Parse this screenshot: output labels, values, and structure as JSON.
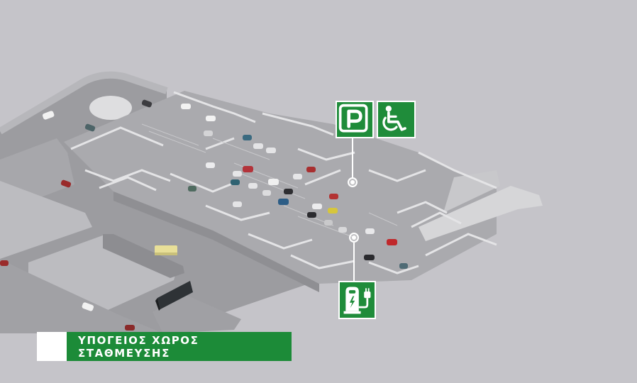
{
  "caption": {
    "title": "ΥΠΟΓΕΙΟΣ ΧΩΡΟΣ ΣΤΑΘΜΕΥΣΗΣ",
    "accent_color": "#1c8b38"
  },
  "signs": [
    {
      "id": "parking",
      "icon": "parking-p-icon",
      "label": "P"
    },
    {
      "id": "disabled",
      "icon": "wheelchair-icon"
    },
    {
      "id": "ev-charging",
      "icon": "ev-charger-plug-icon"
    }
  ],
  "markers": [
    {
      "id": "marker-top",
      "linked_signs": [
        "parking",
        "disabled"
      ]
    },
    {
      "id": "marker-bottom",
      "linked_signs": [
        "ev-charging"
      ]
    }
  ],
  "scene": {
    "background_color": "#c5c4c9",
    "floor_color": "#a3a3a7",
    "wall_color": "#dcdcde",
    "vehicles": [
      "car",
      "van",
      "ambulance",
      "bus"
    ]
  },
  "sign_color": "#1f8c3a"
}
